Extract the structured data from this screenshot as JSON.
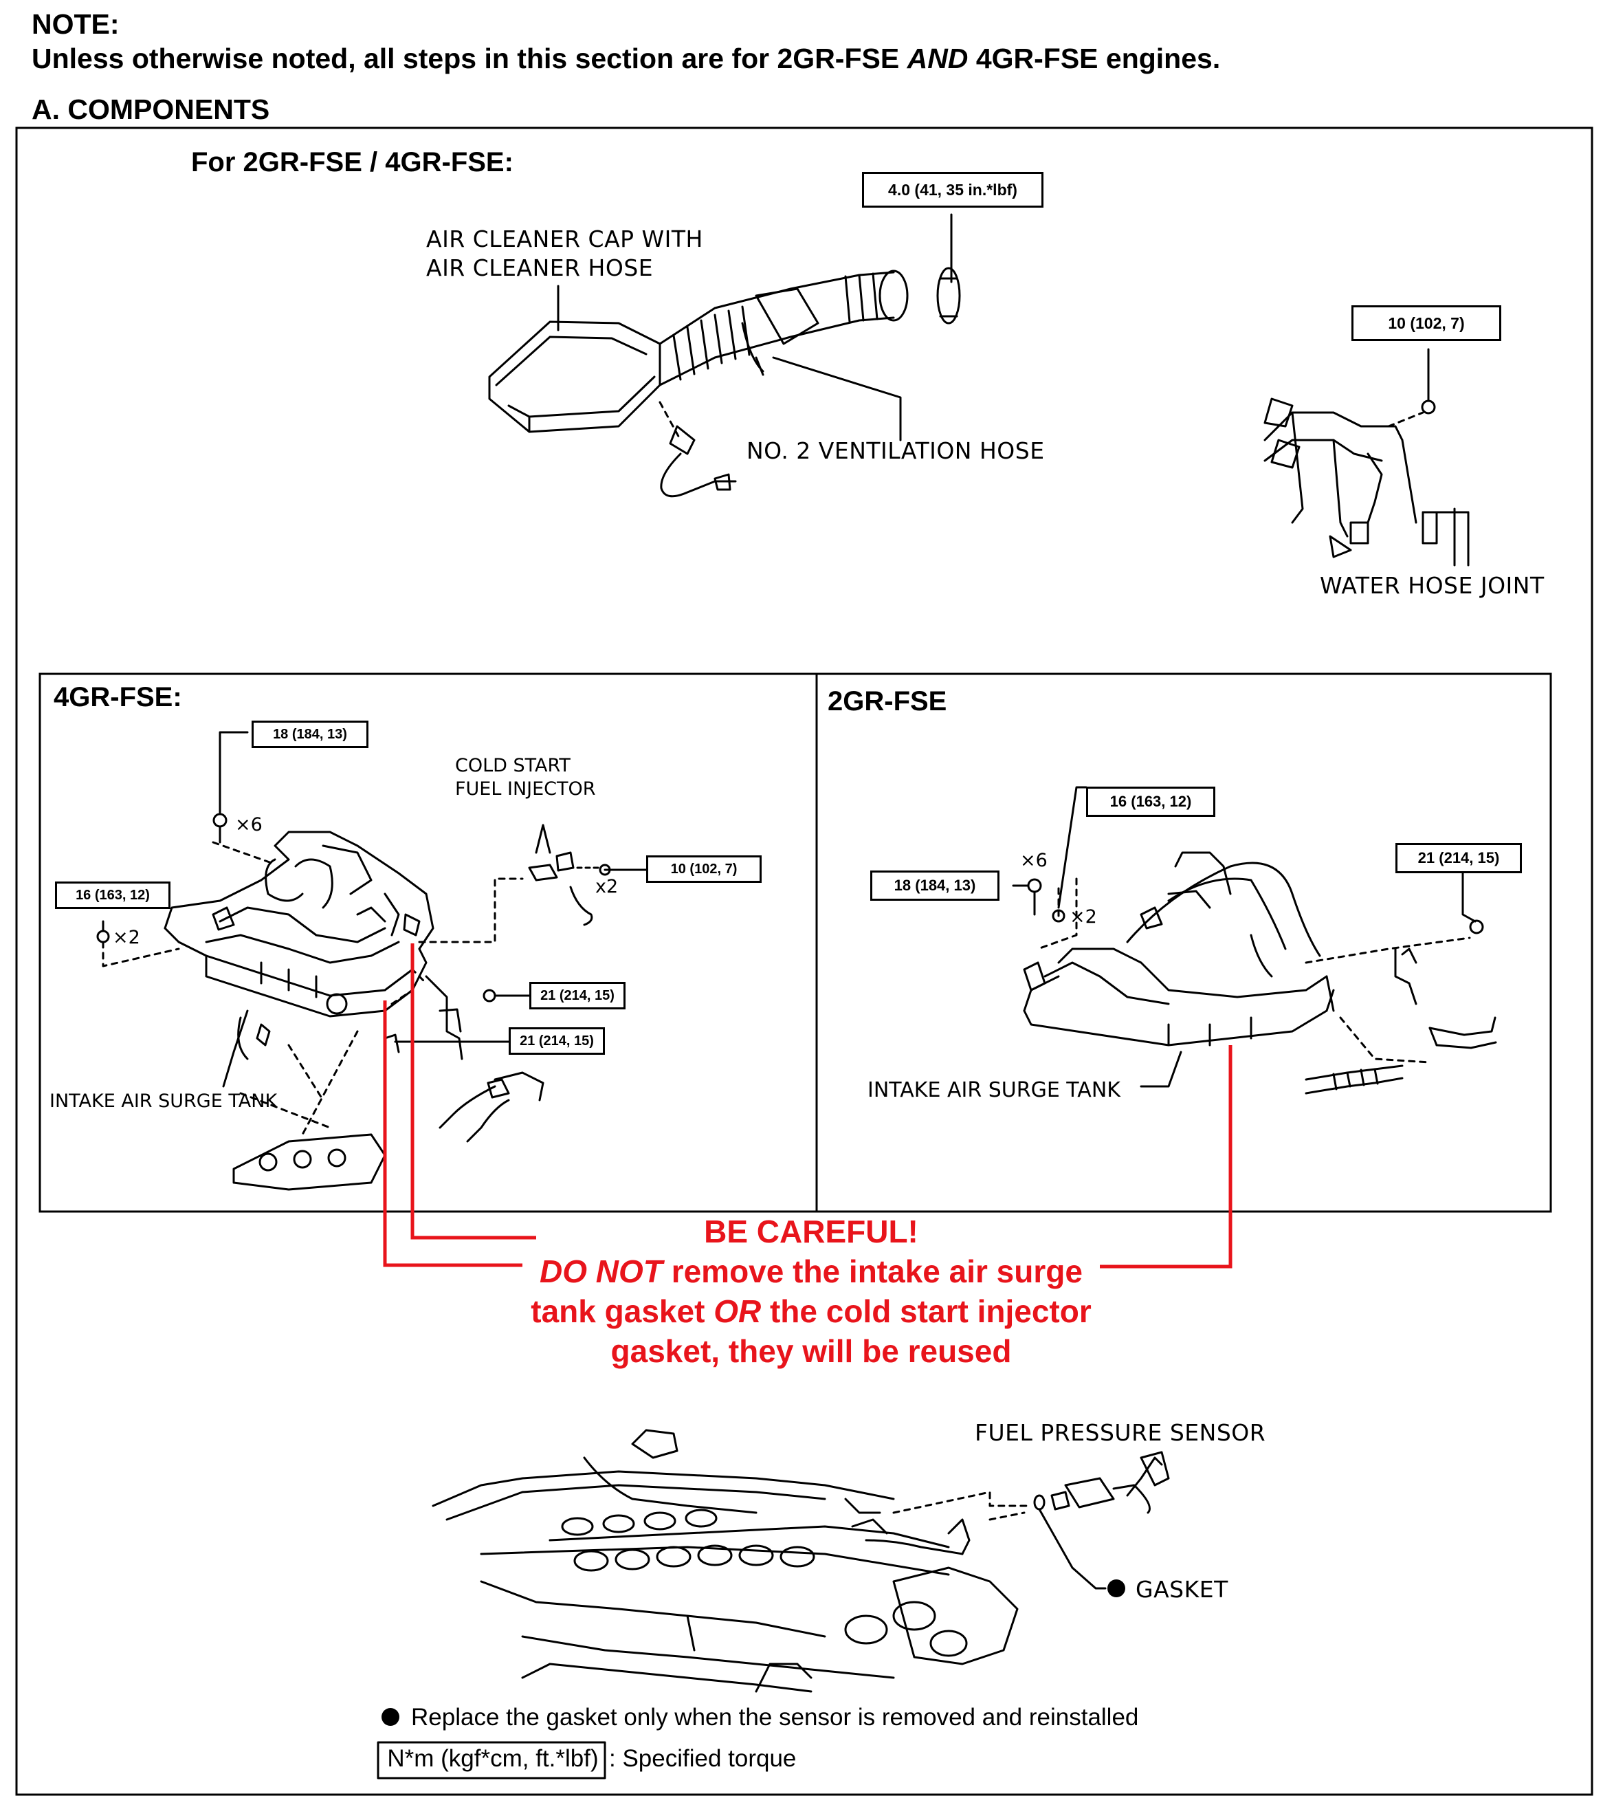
{
  "note": {
    "title": "NOTE:",
    "text_before": "Unless otherwise noted, all steps in this section are for 2GR-FSE ",
    "text_italic": "AND",
    "text_after": " 4GR-FSE engines."
  },
  "section_heading": "A.  COMPONENTS",
  "top_panel": {
    "title": "For 2GR-FSE / 4GR-FSE:",
    "torque_clamp": "4.0 (41, 35 in.*lbf)",
    "air_cleaner_line1": "AIR CLEANER CAP WITH",
    "air_cleaner_line2": "AIR CLEANER HOSE",
    "ventilation_hose": "NO. 2 VENTILATION HOSE",
    "torque_water_joint": "10 (102, 7)",
    "water_hose_joint": "WATER HOSE JOINT"
  },
  "panel_4gr": {
    "title": "4GR-FSE:",
    "torque_top": "18 (184, 13)",
    "qty_x6": "×6",
    "torque_left": "16 (163, 12)",
    "qty_left_x2": "×2",
    "cold_start_line1": "COLD START",
    "cold_start_line2": "FUEL INJECTOR",
    "torque_injector": "10 (102, 7)",
    "qty_injector_x2": "x2",
    "torque_bracket_1": "21 (214, 15)",
    "torque_bracket_2": "21 (214, 15)",
    "surge_tank": "INTAKE AIR SURGE TANK"
  },
  "panel_2gr": {
    "title": "2GR-FSE",
    "torque_top": "16 (163, 12)",
    "torque_left": "18 (184, 13)",
    "qty_x6": "×6",
    "qty_x2": "×2",
    "torque_right": "21 (214, 15)",
    "surge_tank": "INTAKE AIR SURGE TANK"
  },
  "warning": {
    "line1": "BE CAREFUL!",
    "line2_italic": "DO NOT",
    "line2_rest": " remove the intake air surge",
    "line3_before": "tank gasket ",
    "line3_italic": "OR",
    "line3_after": " the cold start injector",
    "line4": "gasket, they will be reused",
    "color": "#e8141b"
  },
  "bottom_panel": {
    "fuel_pressure_sensor": "FUEL PRESSURE SENSOR",
    "gasket": "GASKET"
  },
  "legend": {
    "bullet_text": "Replace the gasket only when the sensor is removed and reinstalled",
    "torque_box": "N*m (kgf*cm, ft.*lbf)",
    "torque_desc": ": Specified torque"
  }
}
